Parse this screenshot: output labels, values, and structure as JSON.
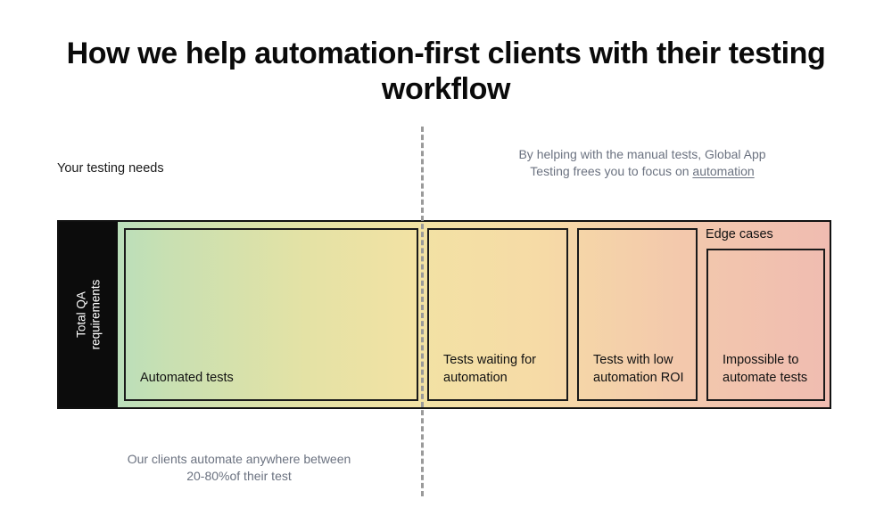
{
  "title": {
    "before": "How we help ",
    "emphasis": "automation-first",
    "after": " clients with their testing workflow"
  },
  "annotations": {
    "left_note": "Your testing needs",
    "right_note_line1": "By helping with the manual tests, Global App",
    "right_note_line2_prefix": "Testing frees you to focus on ",
    "right_note_link": "automation",
    "bottom_note_line1": "Our clients automate anywhere between",
    "bottom_note_line2": "20-80%of their test"
  },
  "band": {
    "axis_label_line1": "Total QA",
    "axis_label_line2": "requirements",
    "edge_cases_caption": "Edge cases",
    "segments": [
      {
        "label": "Automated tests"
      },
      {
        "label": "Tests waiting for\nautomation"
      },
      {
        "label": "Tests with low\nautomation ROI"
      },
      {
        "label": "Impossible to\nautomate tests"
      }
    ]
  },
  "colors": {
    "gradient_start": "#aaddc4",
    "gradient_mid": "#f2e2a4",
    "gradient_end": "#f0bcb1",
    "axis_block": "#0c0c0c",
    "muted_text": "#6b7280",
    "stroke": "#111111",
    "divider": "#9a9a9a"
  }
}
